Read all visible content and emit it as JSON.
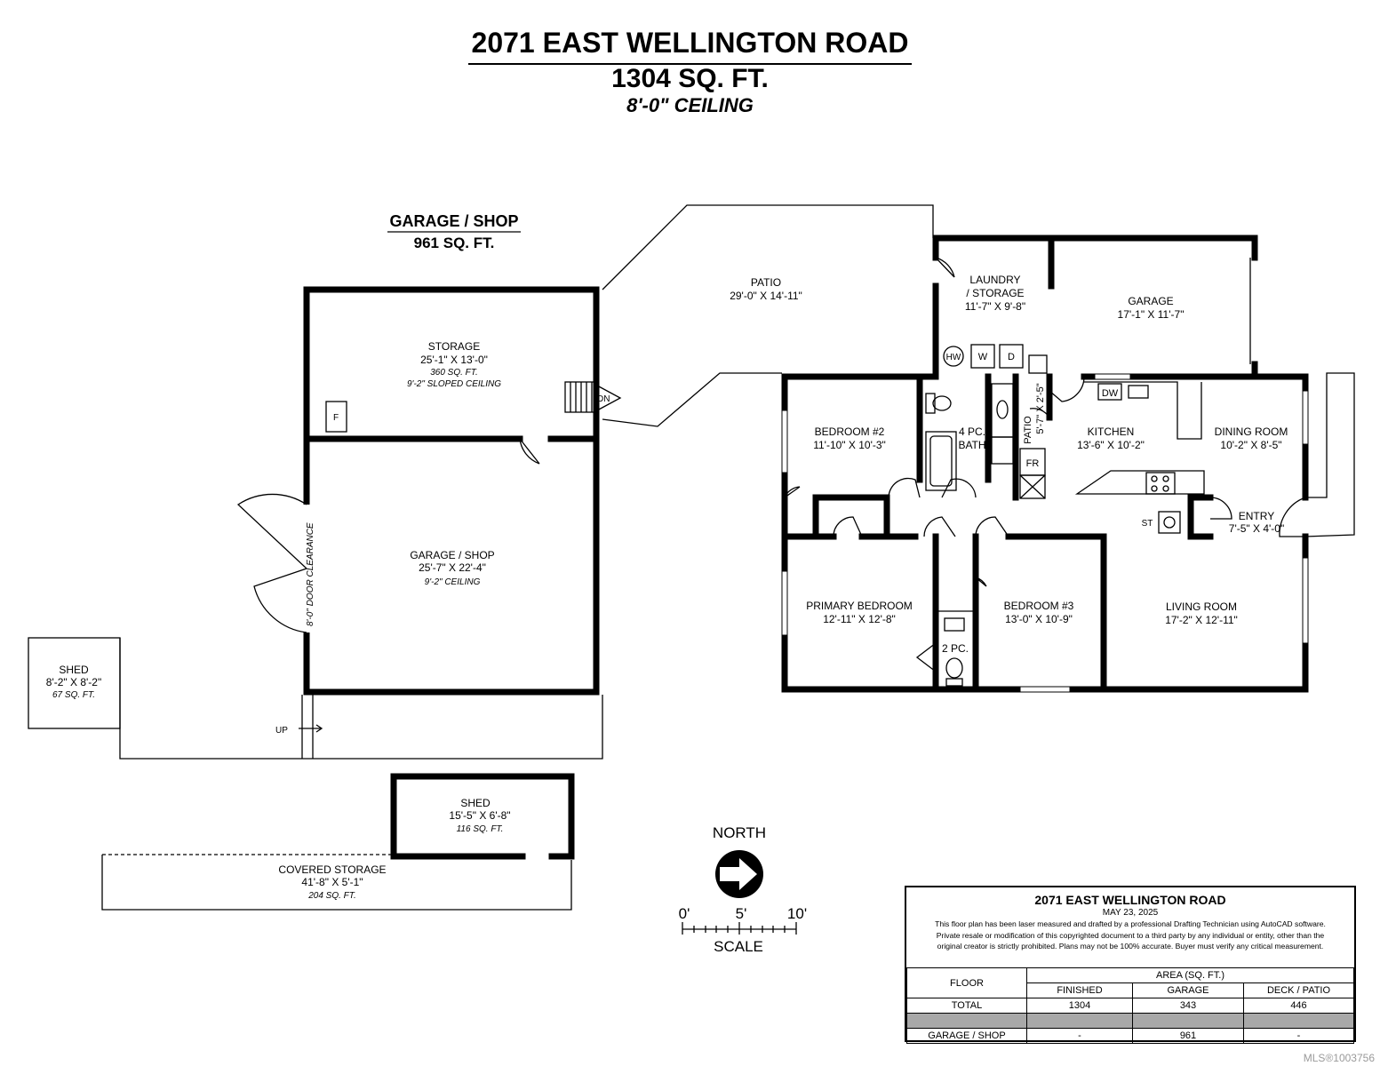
{
  "header": {
    "address": "2071 EAST WELLINGTON ROAD",
    "sqft": "1304 SQ. FT.",
    "ceiling": "8'-0\" CEILING"
  },
  "garage_shop_header": {
    "title": "GARAGE / SHOP",
    "sqft": "961 SQ. FT."
  },
  "rooms": {
    "storage": {
      "name": "STORAGE",
      "size": "25'-1\" X 13'-0\"",
      "area": "360 SQ. FT.",
      "note": "9'-2\" SLOPED CEILING"
    },
    "garage_shop": {
      "name": "GARAGE / SHOP",
      "size": "25'-7\" X 22'-4\"",
      "note": "9'-2\" CEILING"
    },
    "door_clearance": "8'-0\" DOOR CLEARANCE",
    "shed_small": {
      "name": "SHED",
      "size": "8'-2\" X 8'-2\"",
      "area": "67 SQ. FT."
    },
    "shed_large": {
      "name": "SHED",
      "size": "15'-5\" X 6'-8\"",
      "area": "116 SQ. FT."
    },
    "covered_storage": {
      "name": "COVERED STORAGE",
      "size": "41'-8\" X 5'-1\"",
      "area": "204 SQ. FT."
    },
    "patio": {
      "name": "PATIO",
      "size": "29'-0\" X 14'-11\""
    },
    "laundry": {
      "name1": "LAUNDRY",
      "name2": "/ STORAGE",
      "size": "11'-7\" X 9'-8\""
    },
    "garage": {
      "name": "GARAGE",
      "size": "17'-1\" X 11'-7\""
    },
    "bedroom2": {
      "name": "BEDROOM #2",
      "size": "11'-10\" X 10'-3\""
    },
    "bath4": {
      "name1": "4 PC.",
      "name2": "BATH"
    },
    "patio_small": {
      "name": "PATIO",
      "size": "5'-7\" X 2'-5\""
    },
    "kitchen": {
      "name": "KITCHEN",
      "size": "13'-6\" X 10'-2\""
    },
    "dining": {
      "name": "DINING ROOM",
      "size": "10'-2\" X 8'-5\""
    },
    "entry": {
      "name": "ENTRY",
      "size": "7'-5\" X 4'-0\""
    },
    "primary": {
      "name": "PRIMARY BEDROOM",
      "size": "12'-11\" X 12'-8\""
    },
    "bedroom3": {
      "name": "BEDROOM #3",
      "size": "13'-0\" X 10'-9\""
    },
    "bath2": {
      "name": "2 PC."
    },
    "living": {
      "name": "LIVING ROOM",
      "size": "17'-2\" X 12'-11\""
    }
  },
  "fixtures": {
    "hw": "HW",
    "w": "W",
    "d": "D",
    "dw": "DW",
    "fr": "FR",
    "st": "ST",
    "f": "F",
    "dn": "DN",
    "up": "UP"
  },
  "compass": {
    "label": "NORTH"
  },
  "scale": {
    "t0": "0'",
    "t5": "5'",
    "t10": "10'",
    "label": "SCALE"
  },
  "info": {
    "title": "2071 EAST WELLINGTON ROAD",
    "date": "MAY 23, 2025",
    "disclaimer_1": "This floor plan has been laser measured and drafted by a professional Drafting Technician using AutoCAD software.",
    "disclaimer_2": "Private resale or modification of this copyrighted document to a third party by any individual or entity, other than the",
    "disclaimer_3": "original creator is strictly prohibited. Plans may not be 100% accurate.  Buyer must verify any critical measurement.",
    "col_floor": "FLOOR",
    "col_area": "AREA (SQ. FT.)",
    "col_finished": "FINISHED",
    "col_garage": "GARAGE",
    "col_deck": "DECK / PATIO",
    "rows": [
      {
        "floor": "TOTAL",
        "finished": "1304",
        "garage": "343",
        "deck": "446"
      },
      {
        "floor": "GARAGE / SHOP",
        "finished": "-",
        "garage": "961",
        "deck": "-"
      }
    ]
  },
  "mls": "MLS®1003756"
}
